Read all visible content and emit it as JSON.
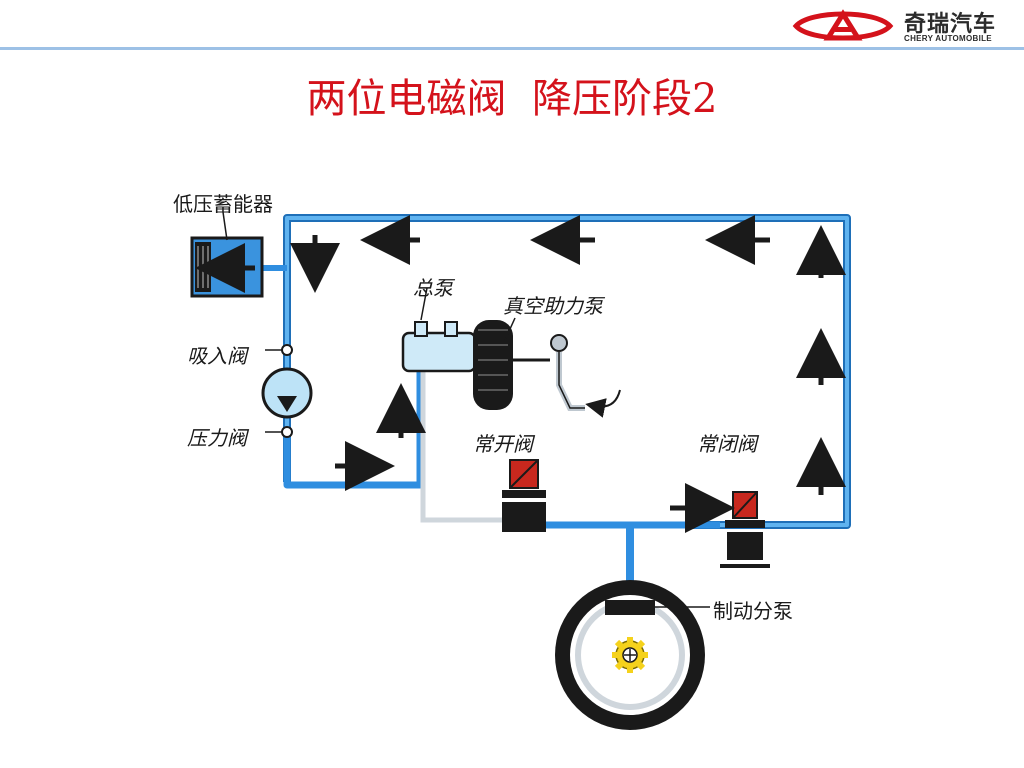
{
  "header": {
    "brand_cn": "奇瑞汽车",
    "brand_en": "CHERY AUTOMOBILE",
    "brand_color": "#d4121b",
    "rule_color": "#9dc1e6"
  },
  "slide": {
    "title": "两位电磁阀  降压阶段2"
  },
  "diagram": {
    "pipe_color": "#2f8ee0",
    "valve_color": "#c8281e",
    "labels": {
      "low_pressure_accumulator": "低压蓄能器",
      "master_cylinder": "总泵",
      "vacuum_booster": "真空助力泵",
      "suction_valve": "吸入阀",
      "pressure_valve": "压力阀",
      "normally_open_valve": "常开阀",
      "normally_closed_valve": "常闭阀",
      "wheel_cylinder": "制动分泵"
    }
  }
}
